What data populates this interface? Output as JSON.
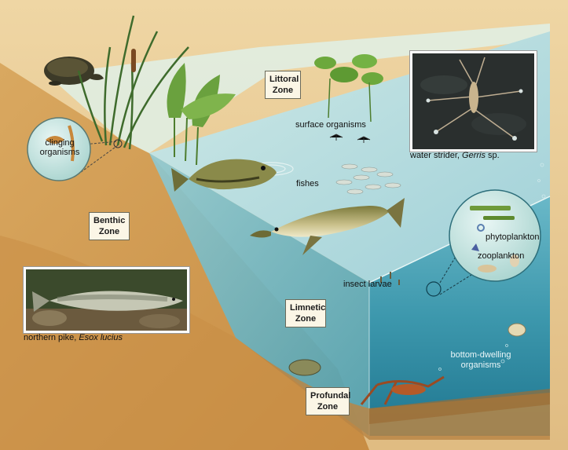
{
  "zones": {
    "littoral": "Littoral Zone",
    "benthic": "Benthic Zone",
    "limnetic": "Limnetic Zone",
    "profundal": "Profundal Zone"
  },
  "labels": {
    "surface_organisms": "surface organisms",
    "clinging_organisms": "clinging organisms",
    "fishes": "fishes",
    "phytoplankton": "phytoplankton",
    "zooplankton": "zooplankton",
    "insect_larvae": "insect larvae",
    "bottom_dwelling_organisms": "bottom-dwelling organisms"
  },
  "captions": {
    "water_strider": {
      "common": "water strider, ",
      "scientific": "Gerris",
      "suffix": " sp."
    },
    "northern_pike": {
      "common": "northern pike, ",
      "scientific": "Esox lucius",
      "suffix": ""
    }
  },
  "colors": {
    "sand": "#e4c48e",
    "water_light": "#b8dde0",
    "water_deep": "#1f7f96"
  }
}
